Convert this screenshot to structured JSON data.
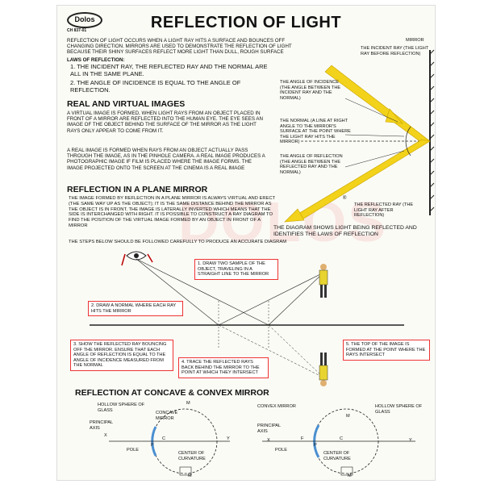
{
  "brand": {
    "logo": "Dolos",
    "code": "CH 837-01",
    "reg_mark": "®"
  },
  "title": "REFLECTION OF LIGHT",
  "intro": "Reflection of light occurs when a light ray hits a surface and bounces off changing direction. Mirrors are used to demonstrate the reflection of light because their shiny surfaces reflect more light than dull, rough surface",
  "laws": {
    "heading": "Laws of reflection:",
    "items": [
      "1. The incident ray, the reflected ray and the normal are all in the same plane.",
      "2. The angle of incidence is equal to the angle of reflection."
    ]
  },
  "real_virtual": {
    "heading": "Real and Virtual Images",
    "virtual": "A virtual image is formed, when light rays from an object placed in front of a mirror are reflected into the human eye. The eye sees an image of the object behind the surface of the mirror as the light rays only appear to come from it.",
    "real": "A real image is formed when rays from an object actually pass through the image, as in the pinhole camera. A real image produces a photographic image if film is placed where the image forms. The image projected onto the screen at the cinema is a real image"
  },
  "top_diagram": {
    "mirror": "Mirror",
    "incident": "The incident ray (the light ray before reflection)",
    "angle_incidence": "The angle of incidence (the angle between the incident ray and the normal)",
    "normal": "The normal (a line at right angle to the mirror's surface at the point where the light ray hits the mirror)",
    "angle_reflection": "The angle of reflection (the angle between the reflected ray and the normal)",
    "reflected": "The reflected ray (the light ray after reflection)",
    "caption": "The diagram shows light being reflected and identifies the laws of reflection"
  },
  "plane": {
    "heading": "Reflection in a Plane Mirror",
    "text": "The image formed by reflection in a plane mirror is always virtual and erect (the same way up as the object); it is the same distance behind the mirror as the object is in front. The image is laterally inverted which means that the side is interchanged with right. It is possible to construct a ray diagram to find the position of the virtual image formed by an object in front of a mirror",
    "steps_intro": "The steps below should be followed carefully to produce an accurate diagram",
    "step1": "1. Draw two sample of the object, traveling in a straight line to the mirror",
    "step2": "2. Draw a normal where each ray hits the mirror",
    "step3": "3. Show the reflected ray bouncing off the mirror. Ensure that each angle of reflection is equal to the angle of incidence measured from the normal",
    "step4": "4. Trace the reflected rays back behind the mirror to the point at which they intersect",
    "step5": "5. The top of the image is formed at the point where the rays intersect"
  },
  "curved": {
    "heading": "Reflection at Concave & Convex Mirror",
    "left": {
      "hollow": "Hollow sphere of glass",
      "mirror": "Concave mirror",
      "axis": "Principal axis",
      "pole": "Pole",
      "center": "Center of curvature"
    },
    "right": {
      "mirror": "Convex mirror",
      "hollow": "Hollow sphere of glass",
      "axis": "Principal axis",
      "pole": "Pole",
      "center": "Center of curvature"
    },
    "letters": {
      "m": "M",
      "x": "X",
      "y": "Y",
      "c": "C",
      "p": "P",
      "f": "F"
    }
  },
  "colors": {
    "arrow": "#f2d21a",
    "box_border": "#e33",
    "normal_line": "#222"
  }
}
